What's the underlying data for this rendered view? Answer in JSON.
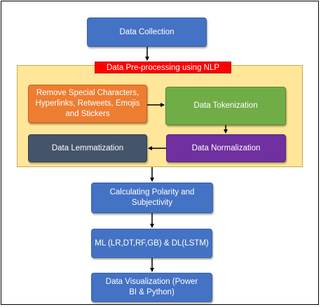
{
  "diagram": {
    "data_collection": "Data Collection",
    "preprocessing_label": "Data Pre-processing using NLP",
    "remove_special": "Remove Special Characters, Hyperlinks, Retweets, Emojis and Stickers",
    "tokenization": "Data Tokenization",
    "normalization": "Data Normalization",
    "lemmatization": "Data Lemmatization",
    "polarity": "Calculating Polarity and Subjectivity",
    "models": "ML (LR,DT,RF,GB) & DL(LSTM)",
    "visualization": "Data Visualization (Power BI & Python)"
  },
  "colors": {
    "blue": "#4472c4",
    "orange": "#ed7d31",
    "green": "#70ad47",
    "purple": "#7030a0",
    "slate": "#44546a",
    "panel": "#ffe699",
    "label_red": "#ff0000"
  }
}
